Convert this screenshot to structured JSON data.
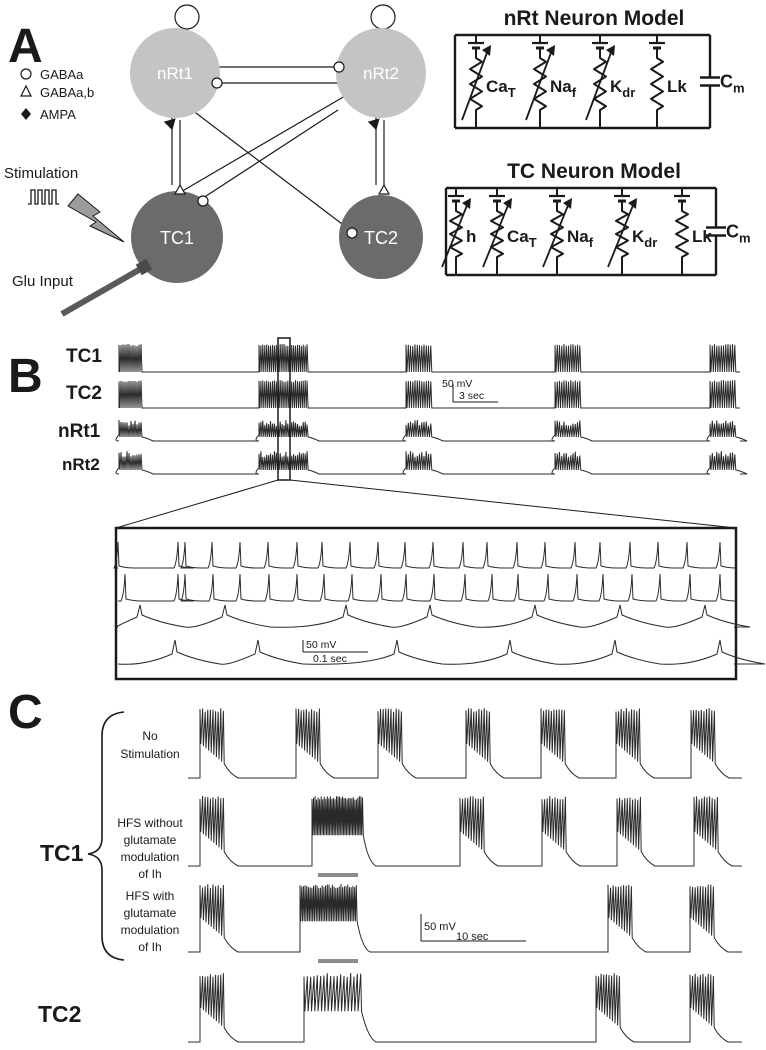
{
  "panels": {
    "a": "A",
    "b": "B",
    "c": "C"
  },
  "panel_a": {
    "nodes": {
      "nrt1": "nRt1",
      "nrt2": "nRt2",
      "tc1": "TC1",
      "tc2": "TC2"
    },
    "legend": [
      {
        "symbol": "circle",
        "label": "GABAa"
      },
      {
        "symbol": "triangle",
        "label": "GABAa,b"
      },
      {
        "symbol": "diamond",
        "label": "AMPA"
      }
    ],
    "stimulation_label": "Stimulation",
    "glu_label": "Glu Input",
    "nrt_model": {
      "title": "nRt Neuron Model",
      "branches": [
        {
          "main": "Ca",
          "sub": "T",
          "variable": true
        },
        {
          "main": "Na",
          "sub": "f",
          "variable": true
        },
        {
          "main": "K",
          "sub": "dr",
          "variable": true
        },
        {
          "main": "Lk",
          "sub": "",
          "variable": false
        }
      ],
      "cap": {
        "main": "C",
        "sub": "m"
      }
    },
    "tc_model": {
      "title": "TC Neuron Model",
      "branches": [
        {
          "main": "h",
          "sub": "",
          "variable": true
        },
        {
          "main": "Ca",
          "sub": "T",
          "variable": true
        },
        {
          "main": "Na",
          "sub": "f",
          "variable": true
        },
        {
          "main": "K",
          "sub": "dr",
          "variable": true
        },
        {
          "main": "Lk",
          "sub": "",
          "variable": false
        }
      ],
      "cap": {
        "main": "C",
        "sub": "m"
      }
    }
  },
  "panel_b": {
    "rows": [
      "TC1",
      "TC2",
      "nRt1",
      "nRt2"
    ],
    "scalebar": {
      "voltage": "50 mV",
      "time": "3 sec"
    },
    "inset_scalebar": {
      "voltage": "50 mV",
      "time": "0.1 sec"
    }
  },
  "panel_c": {
    "tc1_label": "TC1",
    "tc2_label": "TC2",
    "conditions": [
      {
        "lines": [
          "No",
          "Stimulation"
        ]
      },
      {
        "lines": [
          "HFS without",
          "glutamate",
          "modulation",
          "of Ih"
        ]
      },
      {
        "lines": [
          "HFS with",
          "glutamate",
          "modulation",
          "of Ih"
        ]
      }
    ],
    "scalebar": {
      "voltage": "50 mV",
      "time": "10 sec"
    }
  },
  "colors": {
    "nrt": "#c4c4c4",
    "tc": "#6b6b6b",
    "stim_bar": "#8c8c8c",
    "ink": "#1a1a1a"
  }
}
